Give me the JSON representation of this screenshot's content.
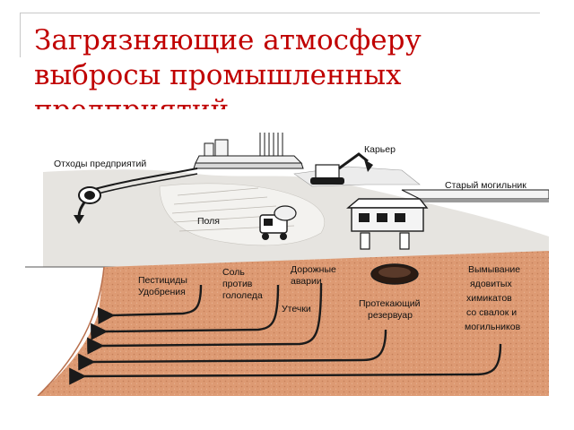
{
  "title": "Загрязняющие атмосферу выбросы промышленных предприятий",
  "colors": {
    "title": "#c00000",
    "soil": "#dd9a73",
    "soil_dark": "#b86f4c",
    "land": "#e6e4e0",
    "ink": "#1a1a1a"
  },
  "diagram": {
    "labels": {
      "waste": "Отходы предприятий",
      "quarry": "Карьер",
      "old_burial": "Старый могильник",
      "fields": "Поля",
      "pesticides_1": "Пестициды",
      "pesticides_2": "Удобрения",
      "salt_1": "Соль",
      "salt_2": "против",
      "salt_3": "гололеда",
      "accidents_1": "Дорожные",
      "accidents_2": "аварии",
      "leaks": "Утечки",
      "tank_1": "Протекающий",
      "tank_2": "резервуар",
      "washout_1": "Вымывание",
      "washout_2": "ядовитых",
      "washout_3": "химикатов",
      "washout_4": "со свалок и",
      "washout_5": "могильников"
    }
  }
}
